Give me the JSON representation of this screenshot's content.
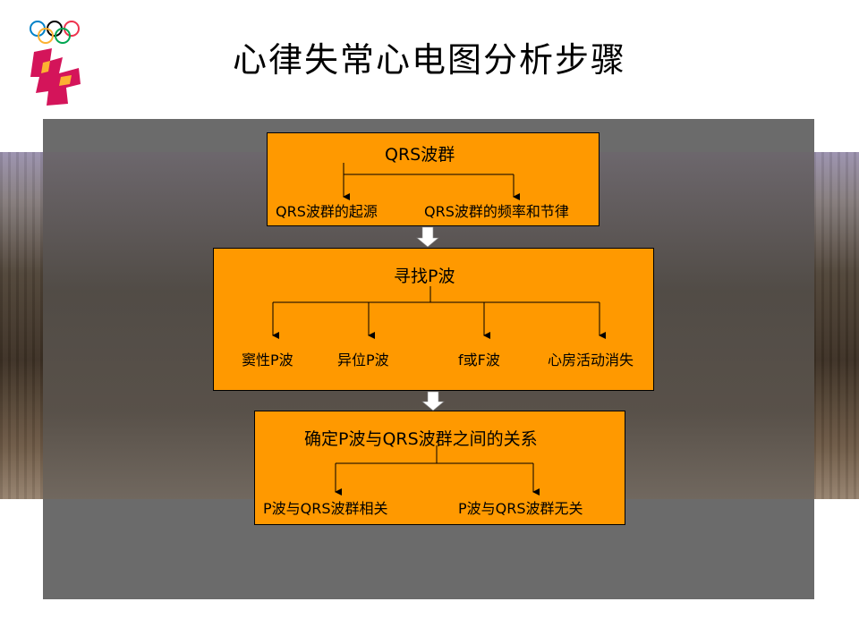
{
  "title": "心律失常心电图分析步骤",
  "logo": {
    "icon": "london-2012-olympic-logo",
    "colors": [
      "#0081c8",
      "#fcb131",
      "#000000",
      "#00a651",
      "#ee334e",
      "#d4145a"
    ]
  },
  "box1": {
    "heading": "QRS波群",
    "items": [
      "QRS波群的起源",
      "QRS波群的频率和节律"
    ]
  },
  "box2": {
    "heading": "寻找P波",
    "items": [
      "窦性P波",
      "异位P波",
      "f或F波",
      "心房活动消失"
    ]
  },
  "box3": {
    "heading": "确定P波与QRS波群之间的关系",
    "items": [
      "P波与QRS波群相关",
      "P波与QRS波群无关"
    ]
  },
  "colors": {
    "box_fill": "#ff9900",
    "panel": "#6b6b6b"
  }
}
